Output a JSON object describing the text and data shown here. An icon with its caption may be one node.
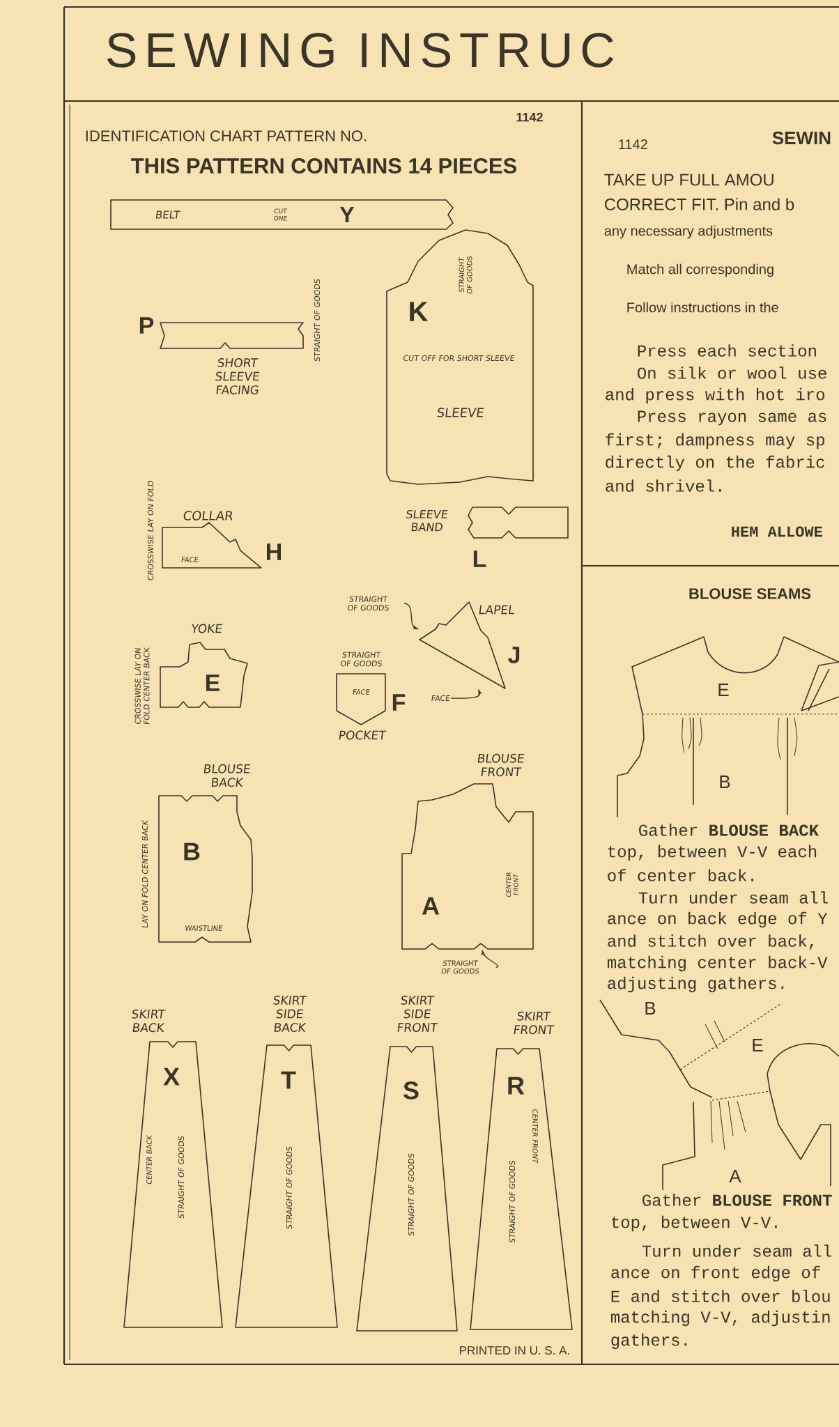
{
  "diagram": {
    "title": "SEWING INSTRUC",
    "nodes": [
      {
        "text": [
          "BELT",
          "CUT ONE",
          "Y"
        ]
      },
      {
        "text": [
          "K",
          "STRAIGHT OF GOODS",
          "CUT OFF FOR SHORT SLEEVE",
          "SLEEVE"
        ]
      },
      {
        "text": [
          "P",
          "SHORT SLEEVE FACING",
          "STRAIGHT OF GOODS"
        ]
      },
      {
        "text": [
          "COLLAR",
          "FACE",
          "H",
          "CROSSWISE LAY ON FOLD"
        ]
      },
      {
        "text": [
          "SLEEVE BAND",
          "L"
        ]
      },
      {
        "text": [
          "YOKE",
          "E",
          "CROSSWISE LAY ON FOLD CENTER BACK"
        ]
      },
      {
        "text": [
          "LAPEL",
          "J"
        ]
      },
      {
        "text": [
          "STRAIGHT OF GOODS"
        ]
      },
      {
        "text": [
          "FACE"
        ]
      },
      {
        "text": [
          "STRAIGHT OF GOODS",
          "FACE",
          "F",
          "POCKET"
        ]
      },
      {
        "text": [
          "BLOUSE BACK",
          "B",
          "WAISTLINE",
          "LAY ON FOLD CENTER BACK"
        ]
      },
      {
        "text": [
          "BLOUSE FRONT",
          "A",
          "CENTER FRONT"
        ]
      },
      {
        "text": [
          "STRAIGHT OF GOODS"
        ]
      },
      {
        "text": [
          "SKIRT BACK",
          "X",
          "CENTER BACK",
          "STRAIGHT OF GOODS"
        ]
      },
      {
        "text": [
          "SKIRT SIDE BACK",
          "T",
          "STRAIGHT OF GOODS"
        ]
      },
      {
        "text": [
          "SKIRT SIDE FRONT",
          "S",
          "STRAIGHT OF GOODS"
        ]
      },
      {
        "text": [
          "SKIRT FRONT",
          "R",
          "CENTER FRONT",
          "STRAIGHT OF GOODS"
        ]
      }
    ],
    "edges": [
      {
        "from": 7,
        "to": 6,
        "arrow": "to"
      },
      {
        "from": 8,
        "to": 6,
        "arrow": "to"
      },
      {
        "from": 12,
        "to": 11,
        "arrow": "to"
      }
    ],
    "labels": [
      "IDENTIFICATION CHART PATTERN NO.",
      "1142",
      "THIS PATTERN CONTAINS 14 PIECES",
      "1142",
      "SEWIN",
      "TAKE UP FULL AMOU",
      "CORRECT FIT. Pin and b",
      "any necessary adjustments",
      "Match all corresponding",
      "Follow instructions in the",
      "Press each section",
      "On silk or wool use",
      "and press with hot iro",
      "Press rayon same as",
      "first; dampness may sp",
      "directly on the fabric",
      "and shrivel.",
      "HEM ALLOWE",
      "BLOUSE SEAMS",
      "E",
      "B",
      "Gather **BLOUSE BACK**",
      "top, between V-V each",
      "of center back.",
      "Turn under seam all",
      "ance on back edge of Y",
      "and stitch over back,",
      "matching center back-V",
      "adjusting gathers.",
      "B",
      "E",
      "A",
      "Gather **BLOUSE FRONT**",
      "top, between V-V.",
      "Turn under seam all",
      "ance on front edge of",
      "E and stitch over blou",
      "matching V-V, adjustin",
      "gathers.",
      "PRINTED IN U. S. A."
    ]
  }
}
